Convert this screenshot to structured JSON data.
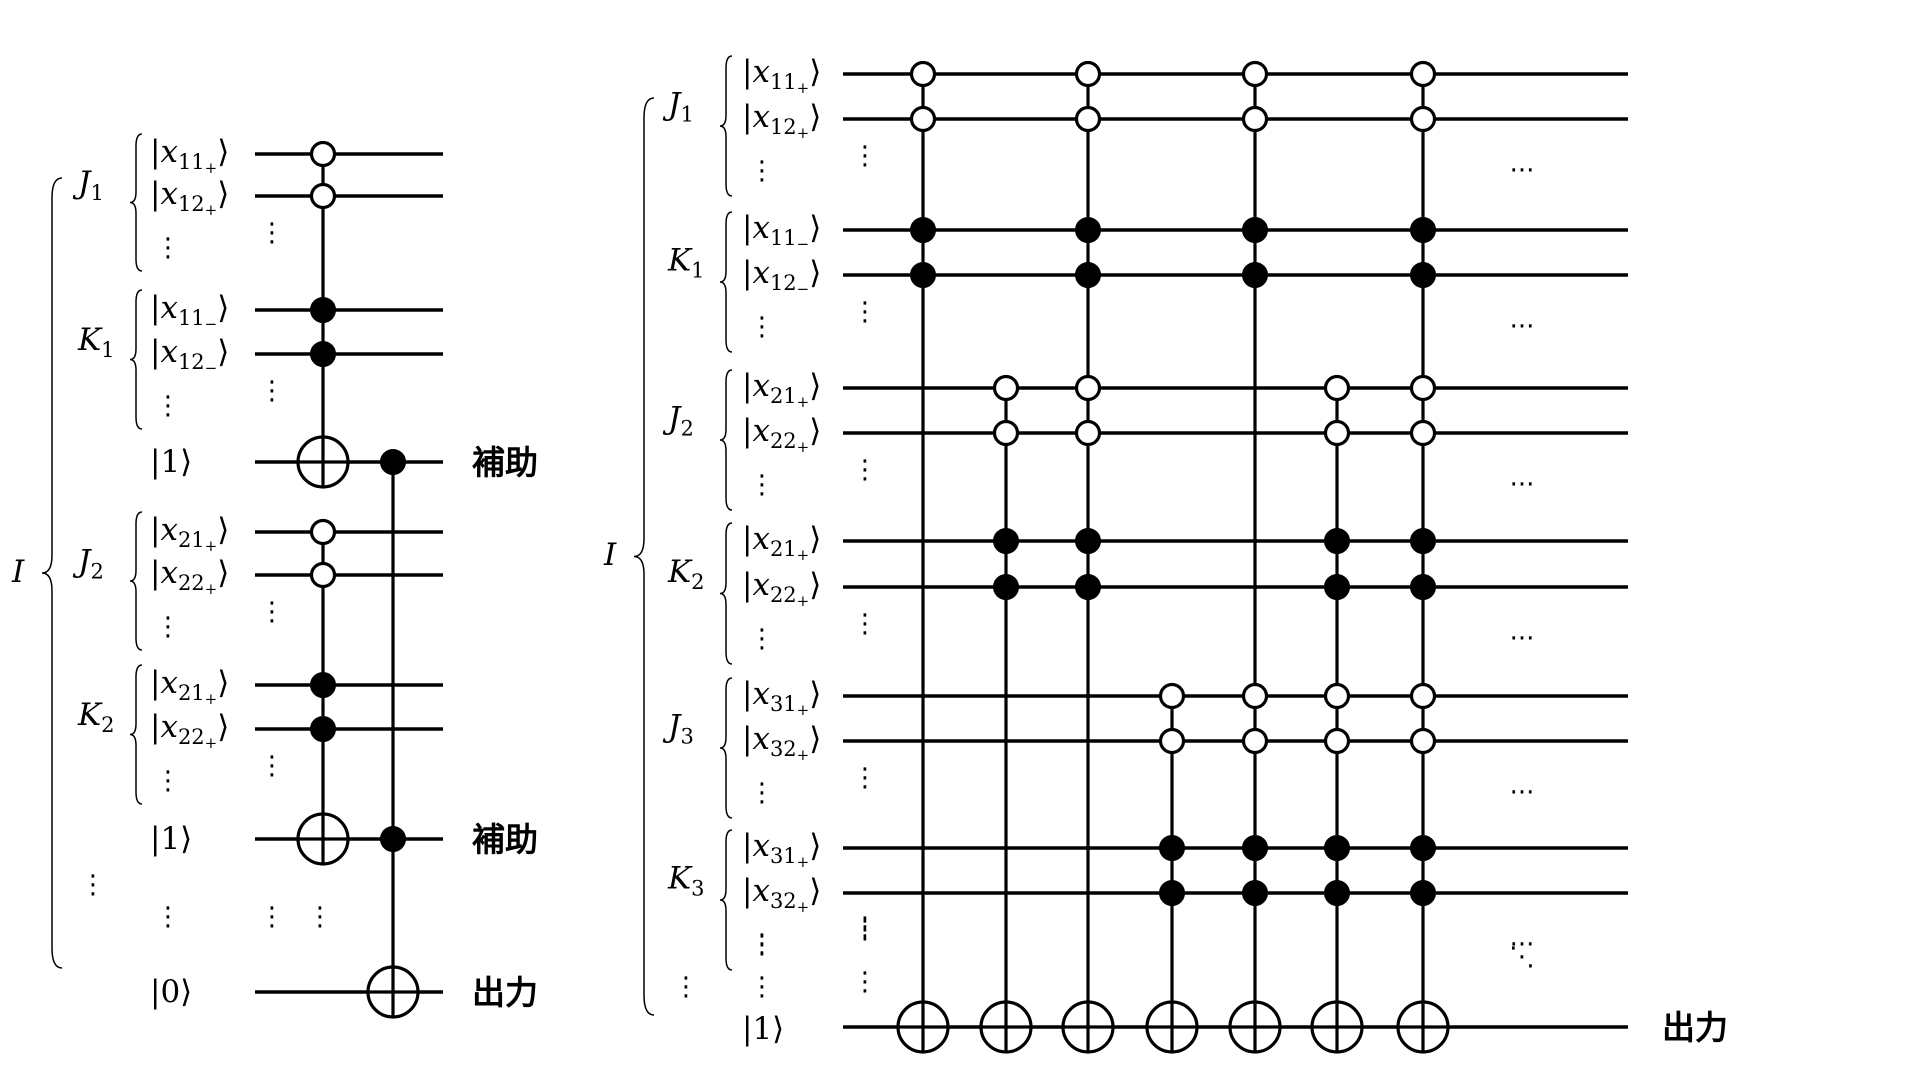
{
  "labels": {
    "I": "I",
    "J": "J",
    "K": "K",
    "ket_x": "x",
    "ket_one": "|1⟩",
    "ket_zero": "|0⟩",
    "ancilla": "補助",
    "output": "出力",
    "plus": "+",
    "minus": "−",
    "hdots": "···",
    "ddots": "⋱",
    "vdots": "⋮"
  },
  "left_circuit": {
    "registers": [
      {
        "name": "J",
        "index": "1",
        "qubits": [
          "11",
          "12"
        ],
        "sign": "plus",
        "control": "open"
      },
      {
        "name": "K",
        "index": "1",
        "qubits": [
          "11",
          "12"
        ],
        "sign": "minus",
        "control": "filled"
      },
      {
        "ancilla": "|1⟩",
        "tag": "補助"
      },
      {
        "name": "J",
        "index": "2",
        "qubits": [
          "21",
          "22"
        ],
        "sign": "plus",
        "control": "open"
      },
      {
        "name": "K",
        "index": "2",
        "qubits": [
          "21",
          "22"
        ],
        "sign": "plus",
        "control": "filled"
      },
      {
        "ancilla": "|1⟩",
        "tag": "補助"
      },
      {
        "output": "|0⟩",
        "tag": "出力"
      }
    ]
  },
  "right_circuit": {
    "registers": [
      {
        "name": "J",
        "index": "1",
        "qubits": [
          "11",
          "12"
        ],
        "sign": "plus"
      },
      {
        "name": "K",
        "index": "1",
        "qubits": [
          "11",
          "12"
        ],
        "sign": "minus"
      },
      {
        "name": "J",
        "index": "2",
        "qubits": [
          "21",
          "22"
        ],
        "sign": "plus"
      },
      {
        "name": "K",
        "index": "2",
        "qubits": [
          "21",
          "22"
        ],
        "sign": "plus"
      },
      {
        "name": "J",
        "index": "3",
        "qubits": [
          "31",
          "32"
        ],
        "sign": "plus"
      },
      {
        "name": "K",
        "index": "3",
        "qubits": [
          "31",
          "32"
        ],
        "sign": "plus"
      }
    ],
    "gates": [
      {
        "targets": "output",
        "controls": {
          "J1": "open",
          "K1": "filled"
        }
      },
      {
        "targets": "output",
        "controls": {
          "J2": "open",
          "K2": "filled"
        }
      },
      {
        "targets": "output",
        "controls": {
          "J1": "open",
          "K1": "filled",
          "J2": "open",
          "K2": "filled"
        }
      },
      {
        "targets": "output",
        "controls": {
          "J3": "open",
          "K3": "filled"
        }
      },
      {
        "targets": "output",
        "controls": {
          "J1": "open",
          "K1": "filled",
          "J3": "open",
          "K3": "filled"
        }
      },
      {
        "targets": "output",
        "controls": {
          "J2": "open",
          "K2": "filled",
          "J3": "open",
          "K3": "filled"
        }
      },
      {
        "targets": "output",
        "controls": {
          "J1": "open",
          "K1": "filled",
          "J2": "open",
          "K2": "filled",
          "J3": "open",
          "K3": "filled"
        }
      }
    ],
    "output_init": "|1⟩",
    "output_tag": "出力"
  }
}
